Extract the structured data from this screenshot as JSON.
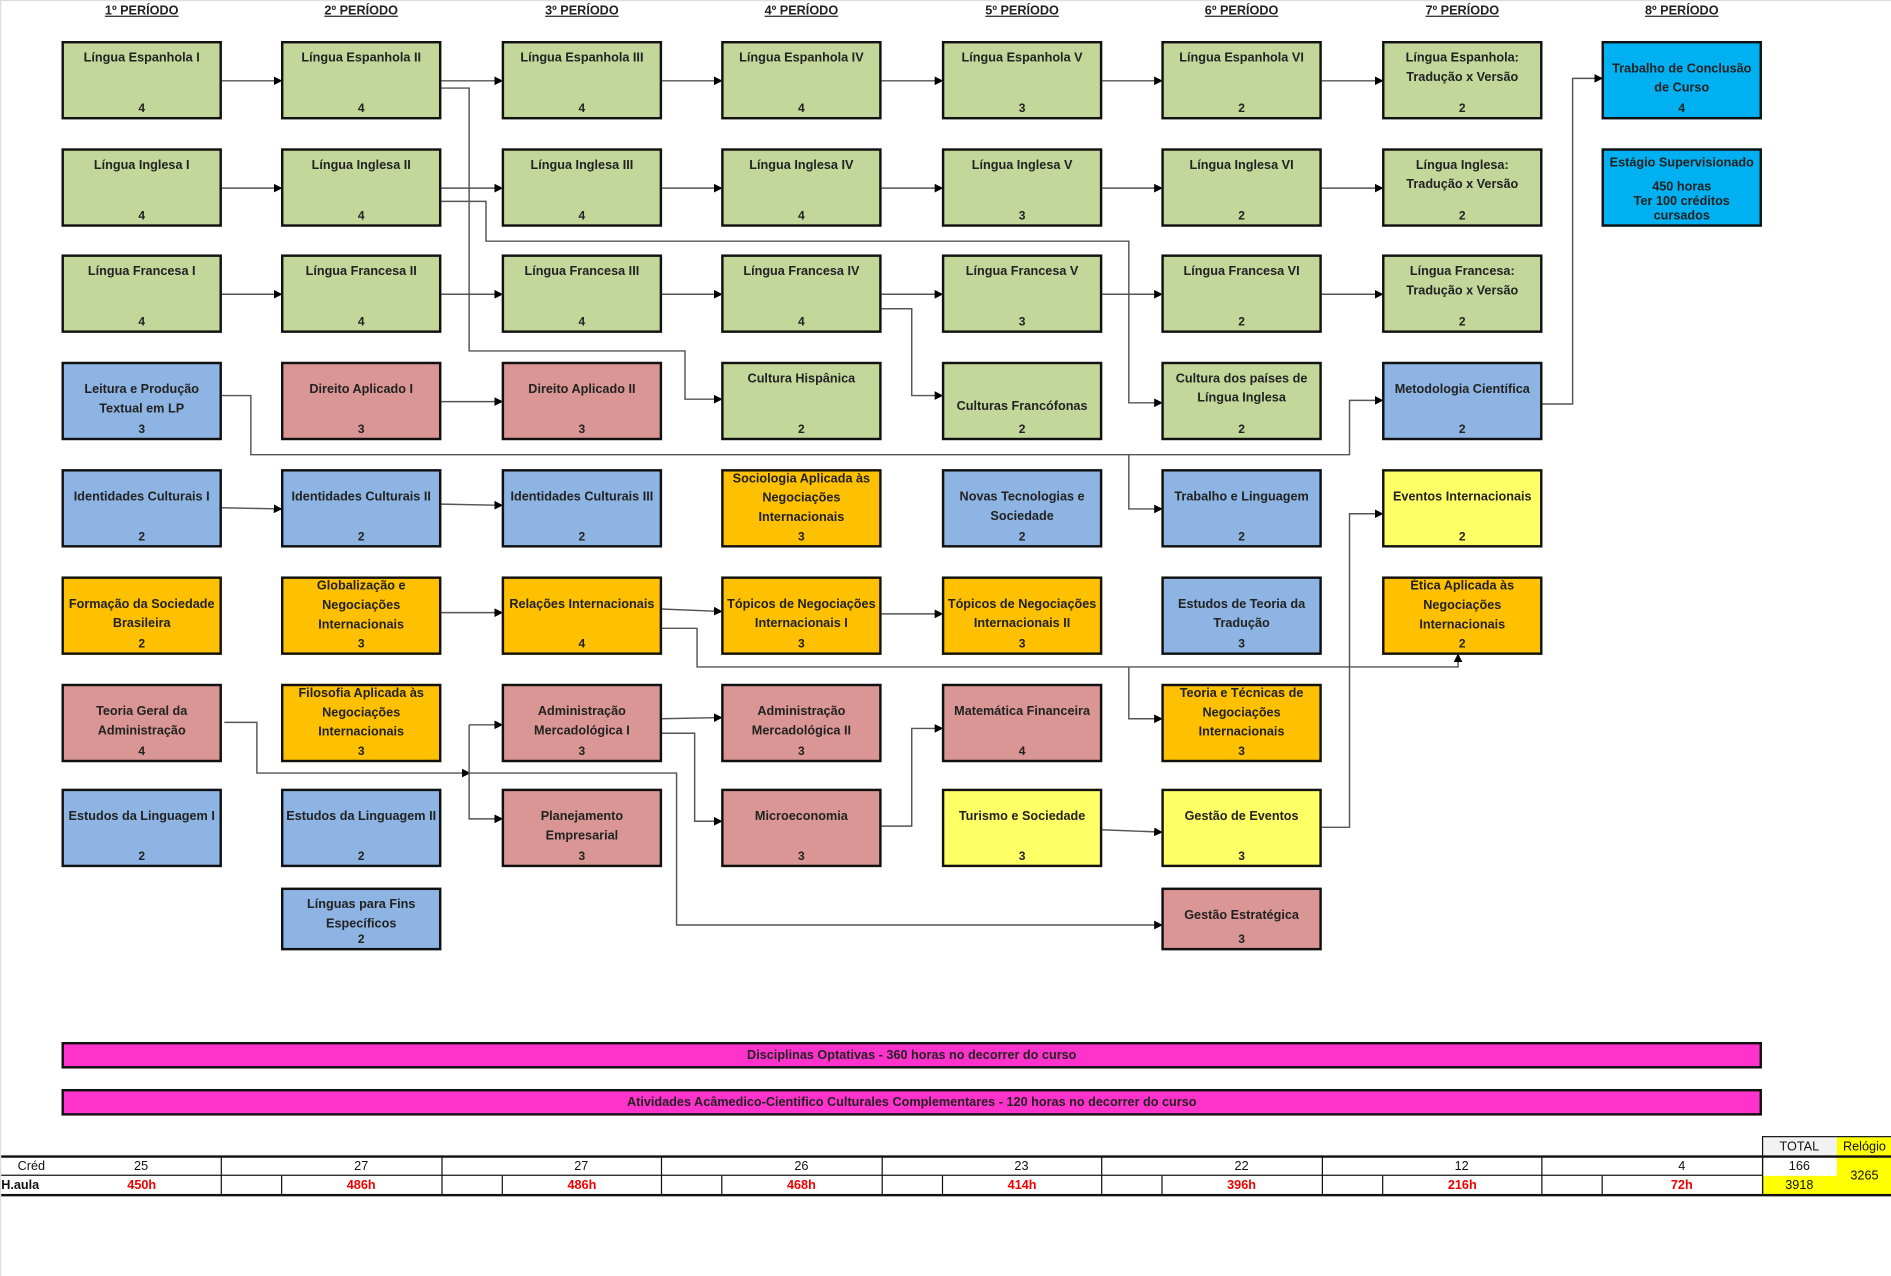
{
  "periods": [
    "1º PERÍODO",
    "2º PERÍODO",
    "3º PERÍODO",
    "4º PERÍODO",
    "5º PERÍODO",
    "6º PERÍODO",
    "7º PERÍODO",
    "8º PERÍODO"
  ],
  "colors": {
    "green": "#c4d79b",
    "red": "#da9694",
    "blue": "#8db4e2",
    "orange": "#ffc000",
    "yellow": "#ffff66",
    "cyan": "#00b0f0",
    "magenta": "#ff33cc"
  },
  "courses": [
    {
      "col": 0,
      "row": 0,
      "name": "Língua Espanhola I",
      "credits": "4",
      "color": "green"
    },
    {
      "col": 1,
      "row": 0,
      "name": "Língua Espanhola II",
      "credits": "4",
      "color": "green"
    },
    {
      "col": 2,
      "row": 0,
      "name": "Língua Espanhola III",
      "credits": "4",
      "color": "green"
    },
    {
      "col": 3,
      "row": 0,
      "name": "Língua Espanhola IV",
      "credits": "4",
      "color": "green"
    },
    {
      "col": 4,
      "row": 0,
      "name": "Língua Espanhola V",
      "credits": "3",
      "color": "green"
    },
    {
      "col": 5,
      "row": 0,
      "name": "Língua Espanhola VI",
      "credits": "2",
      "color": "green"
    },
    {
      "col": 6,
      "row": 0,
      "name": "Língua Espanhola: Tradução x Versão",
      "credits": "2",
      "color": "green"
    },
    {
      "col": 7,
      "row": 0,
      "name": "Trabalho de Conclusão de Curso",
      "credits": "4",
      "color": "cyan",
      "pad": true
    },
    {
      "col": 0,
      "row": 1,
      "name": "Língua Inglesa I",
      "credits": "4",
      "color": "green"
    },
    {
      "col": 1,
      "row": 1,
      "name": "Língua Inglesa II",
      "credits": "4",
      "color": "green"
    },
    {
      "col": 2,
      "row": 1,
      "name": "Língua Inglesa III",
      "credits": "4",
      "color": "green"
    },
    {
      "col": 3,
      "row": 1,
      "name": "Língua Inglesa IV",
      "credits": "4",
      "color": "green"
    },
    {
      "col": 4,
      "row": 1,
      "name": "Língua Inglesa V",
      "credits": "3",
      "color": "green"
    },
    {
      "col": 5,
      "row": 1,
      "name": "Língua Inglesa VI",
      "credits": "2",
      "color": "green"
    },
    {
      "col": 6,
      "row": 1,
      "name": "Língua Inglesa: Tradução x Versão",
      "credits": "2",
      "color": "green"
    },
    {
      "col": 7,
      "row": 1,
      "name": "Estágio Supervisionado",
      "sub": "450 horas",
      "credits": "Ter 100 créditos cursados",
      "color": "cyan"
    },
    {
      "col": 0,
      "row": 2,
      "name": "Língua Francesa I",
      "credits": "4",
      "color": "green"
    },
    {
      "col": 1,
      "row": 2,
      "name": "Língua Francesa II",
      "credits": "4",
      "color": "green"
    },
    {
      "col": 2,
      "row": 2,
      "name": "Língua Francesa III",
      "credits": "4",
      "color": "green"
    },
    {
      "col": 3,
      "row": 2,
      "name": "Língua Francesa IV",
      "credits": "4",
      "color": "green"
    },
    {
      "col": 4,
      "row": 2,
      "name": "Língua Francesa V",
      "credits": "3",
      "color": "green"
    },
    {
      "col": 5,
      "row": 2,
      "name": "Língua Francesa VI",
      "credits": "2",
      "color": "green"
    },
    {
      "col": 6,
      "row": 2,
      "name": "Língua Francesa: Tradução x Versão",
      "credits": "2",
      "color": "green"
    },
    {
      "col": 0,
      "row": 3,
      "name": "Leitura e Produção Textual em LP",
      "credits": "3",
      "color": "blue",
      "pad": true
    },
    {
      "col": 1,
      "row": 3,
      "name": "Direito Aplicado I",
      "credits": "3",
      "color": "red",
      "pad": true
    },
    {
      "col": 2,
      "row": 3,
      "name": "Direito Aplicado II",
      "credits": "3",
      "color": "red",
      "pad": true
    },
    {
      "col": 3,
      "row": 3,
      "name": "Cultura Hispânica",
      "credits": "2",
      "color": "green"
    },
    {
      "col": 4,
      "row": 3,
      "name": "Culturas Francófonas",
      "credits": "2",
      "color": "green",
      "low": true
    },
    {
      "col": 5,
      "row": 3,
      "name": "Cultura dos países de Língua Inglesa",
      "credits": "2",
      "color": "green"
    },
    {
      "col": 6,
      "row": 3,
      "name": "Metodologia Científica",
      "credits": "2",
      "color": "blue",
      "pad": true
    },
    {
      "col": 0,
      "row": 4,
      "name": "Identidades Culturais I",
      "credits": "2",
      "color": "blue",
      "pad": true
    },
    {
      "col": 1,
      "row": 4,
      "name": "Identidades Culturais II",
      "credits": "2",
      "color": "blue",
      "pad": true
    },
    {
      "col": 2,
      "row": 4,
      "name": "Identidades Culturais III",
      "credits": "2",
      "color": "blue",
      "pad": true
    },
    {
      "col": 3,
      "row": 4,
      "name": "Sociologia Aplicada às Negociações Internacionais",
      "credits": "3",
      "color": "orange",
      "top": true
    },
    {
      "col": 4,
      "row": 4,
      "name": "Novas Tecnologias e Sociedade",
      "credits": "2",
      "color": "blue",
      "pad": true
    },
    {
      "col": 5,
      "row": 4,
      "name": "Trabalho e Linguagem",
      "credits": "2",
      "color": "blue",
      "pad": true
    },
    {
      "col": 6,
      "row": 4,
      "name": "Eventos Internacionais",
      "credits": "2",
      "color": "yellow",
      "pad": true
    },
    {
      "col": 0,
      "row": 5,
      "name": "Formação da Sociedade Brasileira",
      "credits": "2",
      "color": "orange",
      "pad": true
    },
    {
      "col": 1,
      "row": 5,
      "name": "Globalização e Negociações Internacionais",
      "credits": "3",
      "color": "orange",
      "top": true
    },
    {
      "col": 2,
      "row": 5,
      "name": "Relações Internacionais",
      "credits": "4",
      "color": "orange",
      "pad": true
    },
    {
      "col": 3,
      "row": 5,
      "name": "Tópicos de Negociações Internacionais I",
      "credits": "3",
      "color": "orange",
      "pad": true
    },
    {
      "col": 4,
      "row": 5,
      "name": "Tópicos de Negociações Internacionais II",
      "credits": "3",
      "color": "orange",
      "pad": true
    },
    {
      "col": 5,
      "row": 5,
      "name": "Estudos de Teoria da Tradução",
      "credits": "3",
      "color": "blue",
      "pad": true
    },
    {
      "col": 6,
      "row": 5,
      "name": "Ética Aplicada às Negociações Internacionais",
      "credits": "2",
      "color": "orange",
      "top": true
    },
    {
      "col": 0,
      "row": 6,
      "name": "Teoria Geral da Administração",
      "credits": "4",
      "color": "red",
      "pad": true
    },
    {
      "col": 1,
      "row": 6,
      "name": "Filosofia Aplicada às Negociações Internacionais",
      "credits": "3",
      "color": "orange",
      "top": true
    },
    {
      "col": 2,
      "row": 6,
      "name": "Administração Mercadológica I",
      "credits": "3",
      "color": "red",
      "pad": true
    },
    {
      "col": 3,
      "row": 6,
      "name": "Administração Mercadológica II",
      "credits": "3",
      "color": "red",
      "pad": true
    },
    {
      "col": 4,
      "row": 6,
      "name": "Matemática Financeira",
      "credits": "4",
      "color": "red",
      "pad": true
    },
    {
      "col": 5,
      "row": 6,
      "name": "Teoria e Técnicas de Negociações Internacionais",
      "credits": "3",
      "color": "orange",
      "top": true
    },
    {
      "col": 0,
      "row": 7,
      "name": "Estudos da Linguagem I",
      "credits": "2",
      "color": "blue",
      "pad": true
    },
    {
      "col": 1,
      "row": 7,
      "name": "Estudos da Linguagem II",
      "credits": "2",
      "color": "blue",
      "pad": true
    },
    {
      "col": 2,
      "row": 7,
      "name": "Planejamento Empresarial",
      "credits": "3",
      "color": "red",
      "pad": true
    },
    {
      "col": 3,
      "row": 7,
      "name": "Microeconomia",
      "credits": "3",
      "color": "red",
      "pad": true
    },
    {
      "col": 4,
      "row": 7,
      "name": "Turismo e Sociedade",
      "credits": "3",
      "color": "yellow",
      "pad": true
    },
    {
      "col": 5,
      "row": 7,
      "name": "Gestão de Eventos",
      "credits": "3",
      "color": "yellow",
      "pad": true
    },
    {
      "col": 1,
      "row": 8,
      "name": "Línguas para Fins Específicos",
      "credits": "2",
      "color": "blue"
    },
    {
      "col": 5,
      "row": 8,
      "name": "Gestão Estratégica",
      "credits": "3",
      "color": "red",
      "pad": true
    }
  ],
  "bars": [
    "Disciplinas Optativas - 360 horas no decorrer do curso",
    "Atividades Acâmedico-Cientifico Culturales Complementares - 120 horas no decorrer do curso"
  ],
  "table": {
    "total_label": "TOTAL",
    "relogio_label": "Relógio",
    "cred_label": "Créd",
    "haula_label": "H.aula",
    "credits": [
      "25",
      "27",
      "27",
      "26",
      "23",
      "22",
      "12",
      "4"
    ],
    "hours": [
      "450h",
      "486h",
      "486h",
      "468h",
      "414h",
      "396h",
      "216h",
      "72h"
    ],
    "total_credits": "166",
    "total_hours": "3918",
    "relogio": "3265"
  }
}
